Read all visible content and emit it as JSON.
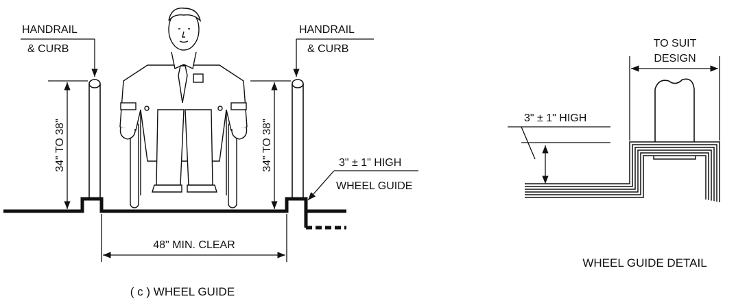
{
  "left_view": {
    "handrail_left": {
      "line1": "HANDRAIL",
      "line2": "& CURB"
    },
    "handrail_right": {
      "line1": "HANDRAIL",
      "line2": "& CURB"
    },
    "height_left": "34\" TO 38\"",
    "height_right": "34\" TO 38\"",
    "guide_height": "3\" ± 1\" HIGH",
    "guide_name": "WHEEL GUIDE",
    "clear_width": "48\" MIN. CLEAR",
    "caption": "( c ) WHEEL GUIDE"
  },
  "detail_view": {
    "width_line1": "TO SUIT",
    "width_line2": "DESIGN",
    "height": "3\" ± 1\" HIGH",
    "caption": "WHEEL GUIDE DETAIL"
  },
  "colors": {
    "ink": "#111111",
    "paper": "#ffffff"
  }
}
